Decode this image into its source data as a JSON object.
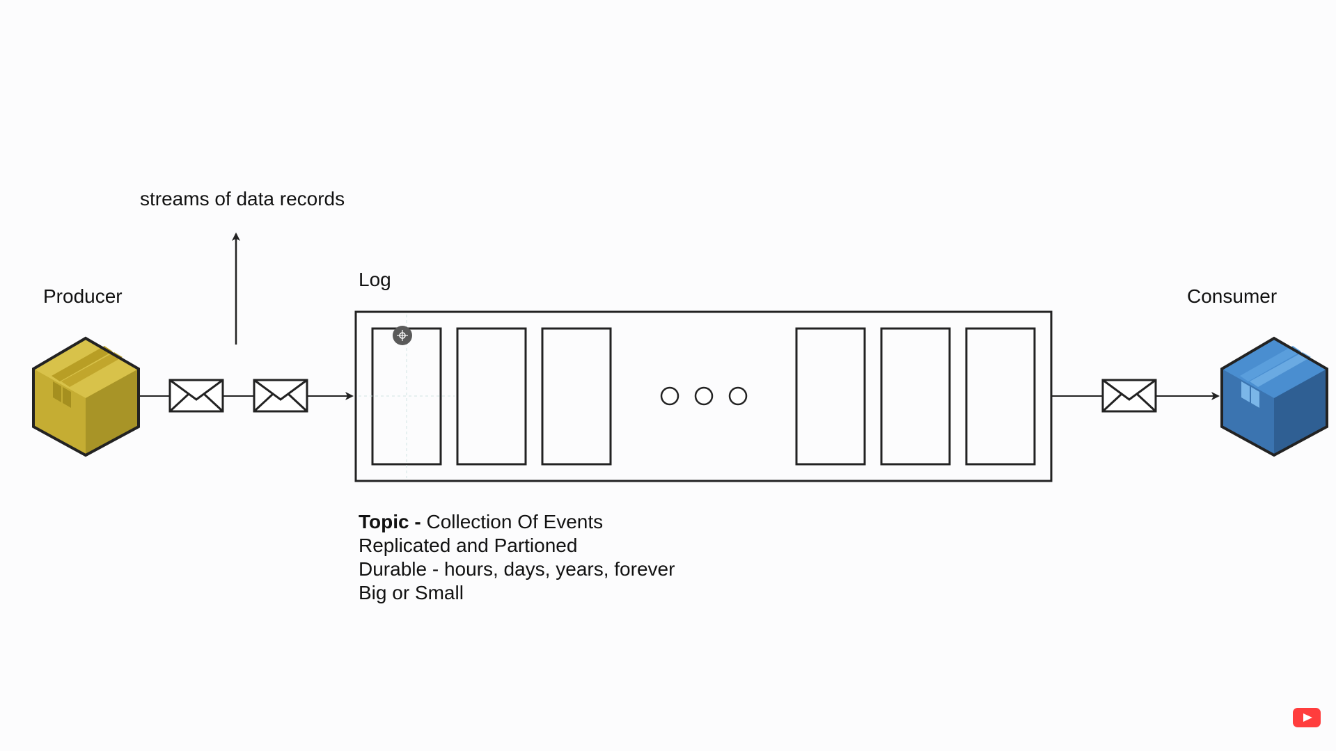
{
  "labels": {
    "producer": "Producer",
    "consumer": "Consumer",
    "log": "Log",
    "streams": "streams of data records"
  },
  "topic_notes": {
    "line1_bold": "Topic -",
    "line1_rest": " Collection Of Events",
    "line2": "Replicated and Partioned",
    "line3": "Durable - hours, days, years, forever",
    "line4": "Big or Small"
  },
  "colors": {
    "producer_cube": "#c9b033",
    "consumer_cube": "#3a79b8",
    "stroke": "#222222",
    "youtube": "#ff3d3d"
  },
  "icons": {
    "producer": "package-cube-icon",
    "consumer": "package-cube-icon",
    "message": "envelope-icon",
    "ellipsis": "circles-icon",
    "cursor": "move-cursor-icon",
    "play": "youtube-play-icon"
  }
}
